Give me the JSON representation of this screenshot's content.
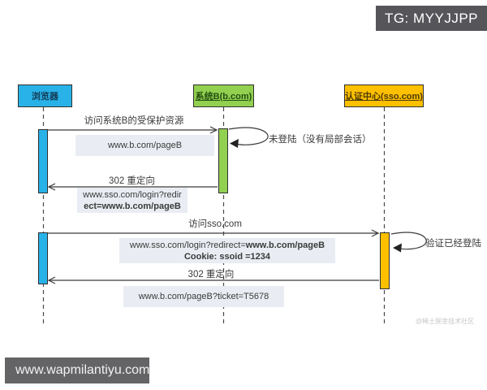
{
  "overlay": {
    "tg_badge": "TG: MYYJJPP",
    "footer_url": "www.wapmilantiyu.com",
    "watermark": "@稀土掘金技术社区"
  },
  "diagram": {
    "actors": {
      "browser": "浏览器",
      "system_b": "系统B(b.com)",
      "sso": "认证中心(sso.com)"
    },
    "flow1": {
      "request_label": "访问系统B的受保护资源",
      "request_url": "www.b.com/pageB",
      "self_note": "未登陆（没有局部会话）",
      "redirect_label": "302 重定向",
      "redirect_url_line1": "www.sso.com/login?redir",
      "redirect_url_line2": "ect=www.b.com/pageB"
    },
    "flow2": {
      "request_label": "访问sso.com",
      "request_url_normal": "www.sso.com/login?redirect=",
      "request_url_bold": "www.b.com/pageB",
      "request_cookie": "Cookie: ssoid =1234",
      "self_note": "验证已经登陆",
      "redirect_label": "302 重定向",
      "redirect_url": "www.b.com/pageB?ticket=T5678"
    }
  },
  "colors": {
    "browser_fill": "#29b2e8",
    "system_b_fill": "#92d050",
    "sso_fill": "#ffc000",
    "note_bg": "#e9edf3",
    "badge_bg": "#56565a",
    "footer_bg": "#646467"
  }
}
